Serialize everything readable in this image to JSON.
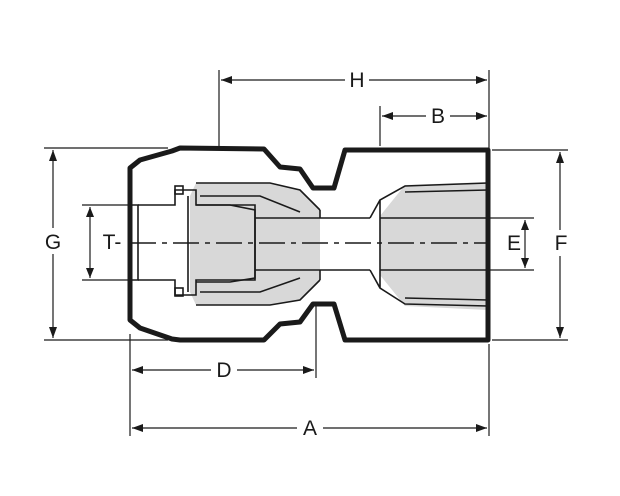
{
  "labels": {
    "H": "H",
    "B": "B",
    "G": "G",
    "T": "T-",
    "E": "E",
    "F": "F",
    "D": "D",
    "A": "A"
  }
}
